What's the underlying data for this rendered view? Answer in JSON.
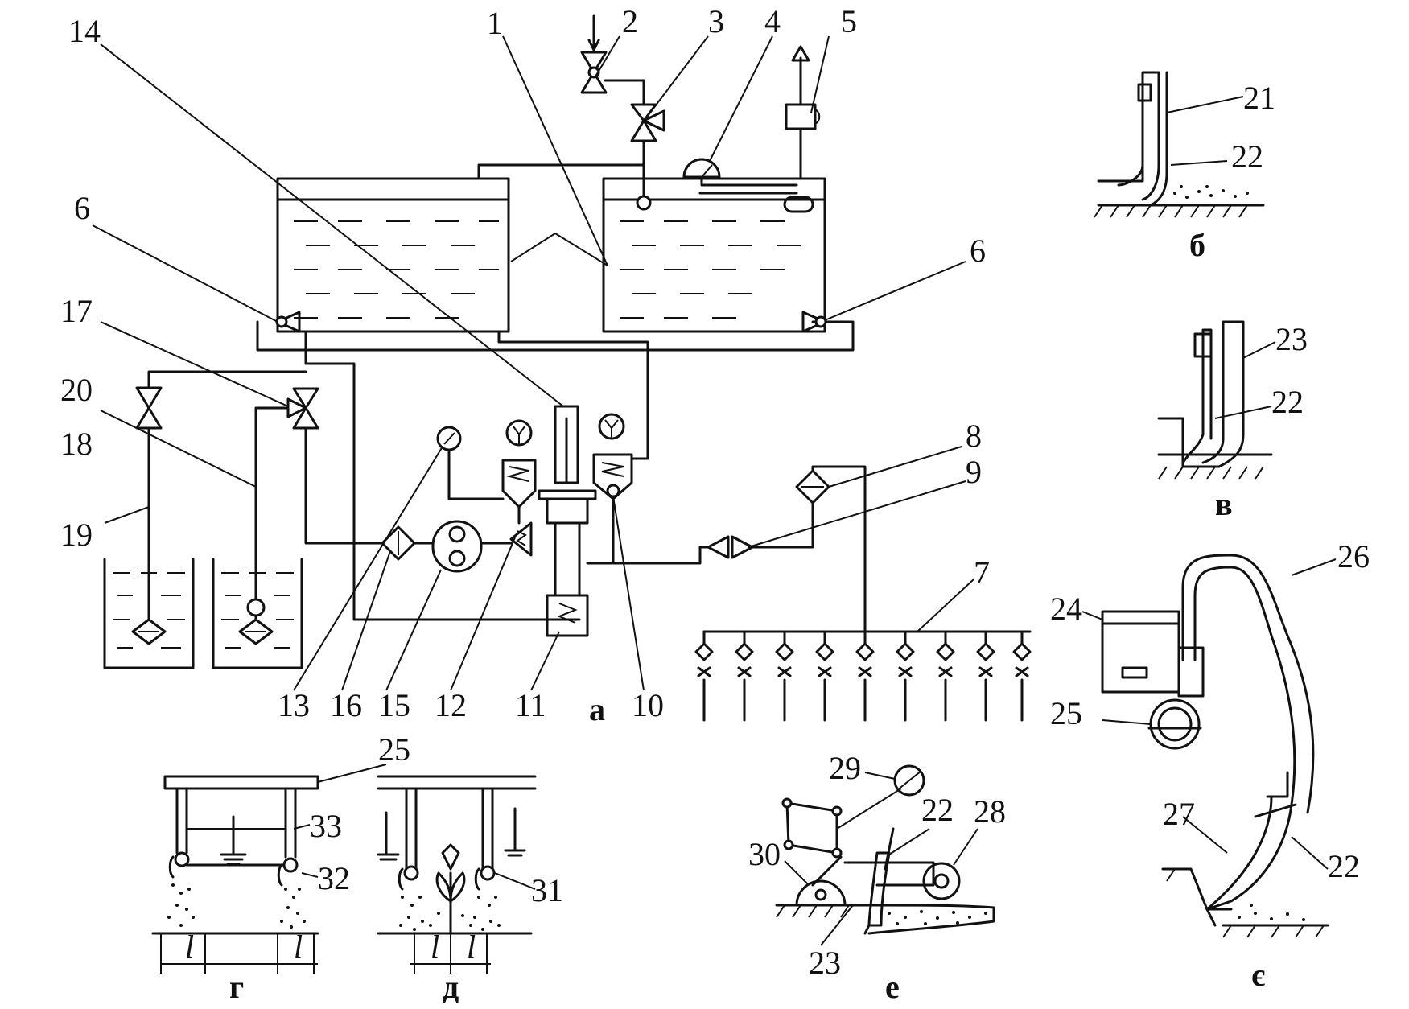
{
  "labels": {
    "n1": "1",
    "n2": "2",
    "n3": "3",
    "n4": "4",
    "n5": "5",
    "n6": "6",
    "n7": "7",
    "n8": "8",
    "n9": "9",
    "n10": "10",
    "n11": "11",
    "n12": "12",
    "n13": "13",
    "n14": "14",
    "n15": "15",
    "n16": "16",
    "n17": "17",
    "n18": "18",
    "n19": "19",
    "n20": "20",
    "n21": "21",
    "n22": "22",
    "n23": "23",
    "n24": "24",
    "n25": "25",
    "n26": "26",
    "n27": "27",
    "n28": "28",
    "n29": "29",
    "n30": "30",
    "n31": "31",
    "n32": "32",
    "n33": "33",
    "dim_l": "l"
  },
  "captions": {
    "a": "а",
    "b": "б",
    "v": "в",
    "g": "г",
    "d": "д",
    "e": "е",
    "ye": "є"
  }
}
